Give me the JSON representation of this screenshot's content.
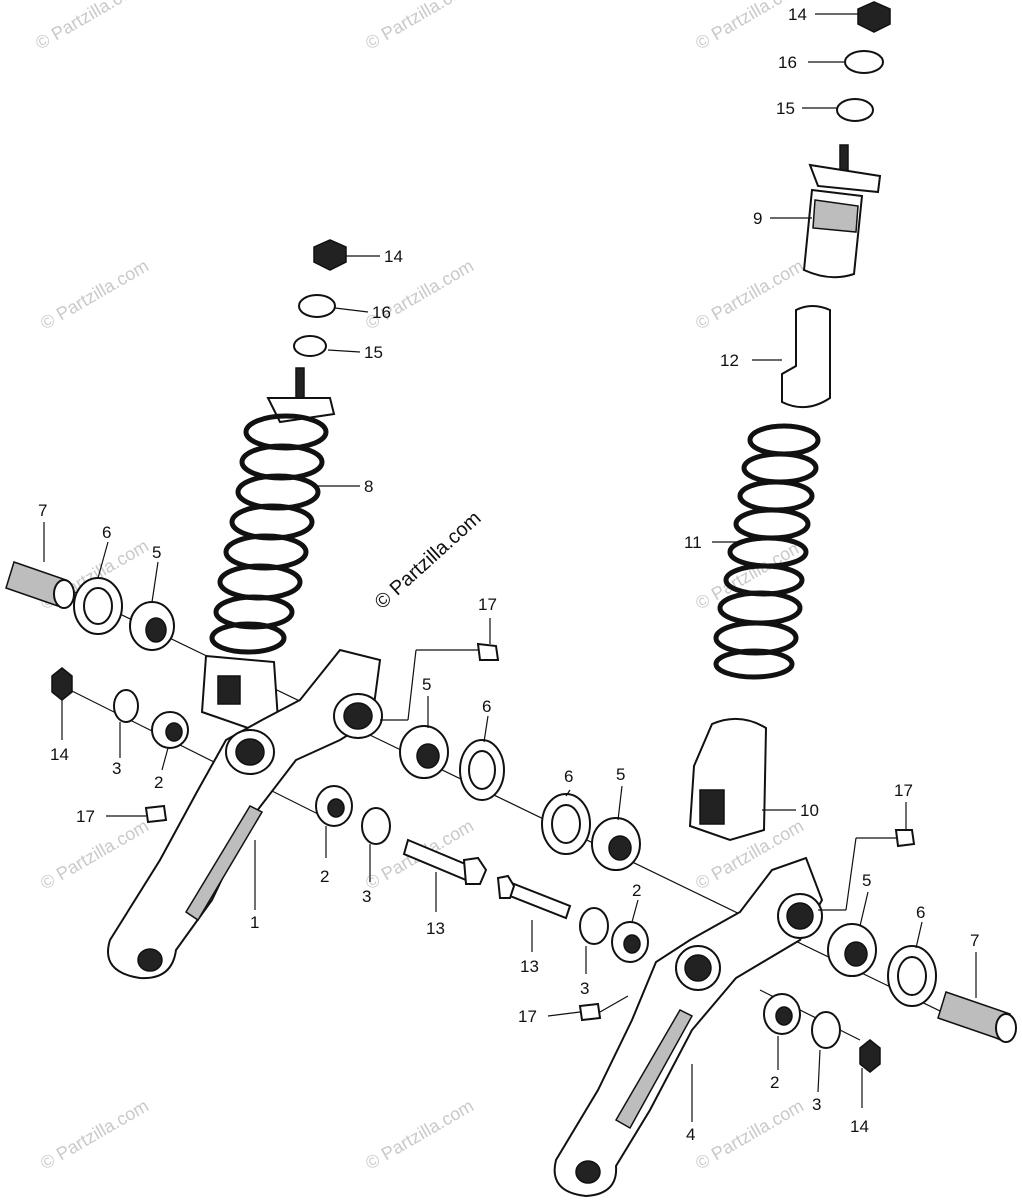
{
  "watermark": {
    "text": "© Partzilla.com",
    "center_text": "© Partzilla.com"
  },
  "callouts": {
    "c1": "1",
    "c2a": "2",
    "c2b": "2",
    "c2c": "2",
    "c2d": "2",
    "c3a": "3",
    "c3b": "3",
    "c3c": "3",
    "c3d": "3",
    "c4": "4",
    "c5a": "5",
    "c5b": "5",
    "c5c": "5",
    "c5d": "5",
    "c6a": "6",
    "c6b": "6",
    "c6c": "6",
    "c6d": "6",
    "c7a": "7",
    "c7b": "7",
    "c8": "8",
    "c9": "9",
    "c10": "10",
    "c11": "11",
    "c12": "12",
    "c13a": "13",
    "c13b": "13",
    "c14a": "14",
    "c14b": "14",
    "c14c": "14",
    "c14d": "14",
    "c15a": "15",
    "c15b": "15",
    "c16a": "16",
    "c16b": "16",
    "c17a": "17",
    "c17b": "17",
    "c17c": "17",
    "c17d": "17"
  }
}
